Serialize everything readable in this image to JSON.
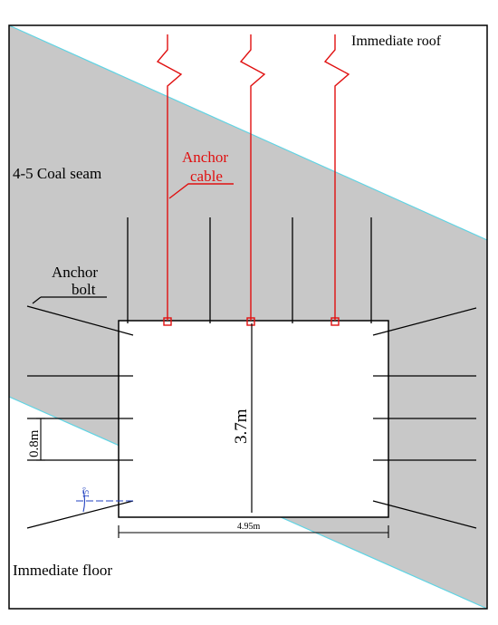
{
  "labels": {
    "immediate_roof": "Immediate roof",
    "coal_seam": "4-5 Coal seam",
    "anchor_cable_line1": "Anchor",
    "anchor_cable_line2": "cable",
    "anchor_bolt_line1": "Anchor",
    "anchor_bolt_line2": "bolt",
    "height_dim": "3.7m",
    "bolt_spacing_dim": "0.8m",
    "width_dim": "4.95m",
    "angle_dim": "15°",
    "immediate_floor": "Immediate floor"
  },
  "colors": {
    "coal_seam_fill": "#c8c8c8",
    "seam_boundary": "#5fd4e4",
    "anchor_cable": "#e01010",
    "anchor_bolt": "#000000",
    "angle_marker": "#2040c0",
    "frame_border": "#000000"
  }
}
